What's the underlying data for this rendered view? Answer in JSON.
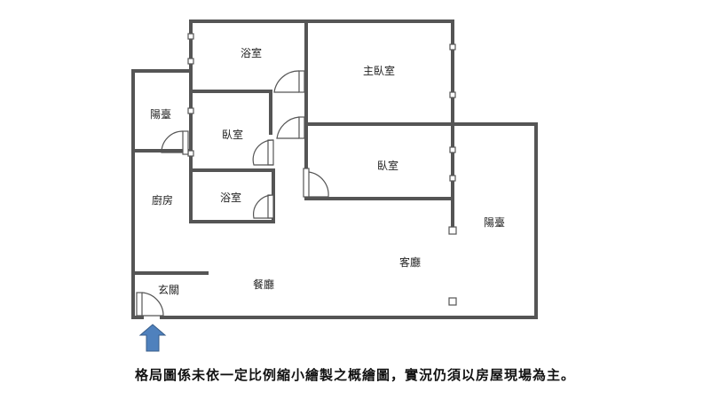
{
  "rooms": {
    "bath_top": "浴室",
    "master_bedroom": "主臥室",
    "balcony_left": "陽臺",
    "bedroom_small": "臥室",
    "bedroom_right": "臥室",
    "kitchen": "廚房",
    "bath_small": "浴室",
    "balcony_right": "陽臺",
    "living_room": "客廳",
    "entrance": "玄關",
    "dining_room": "餐廳"
  },
  "entry_arrow_color": "#4f81bd",
  "caption": "格局圖係未依一定比例縮小繪製之概繪圖，實況仍須以房屋現場為主。"
}
